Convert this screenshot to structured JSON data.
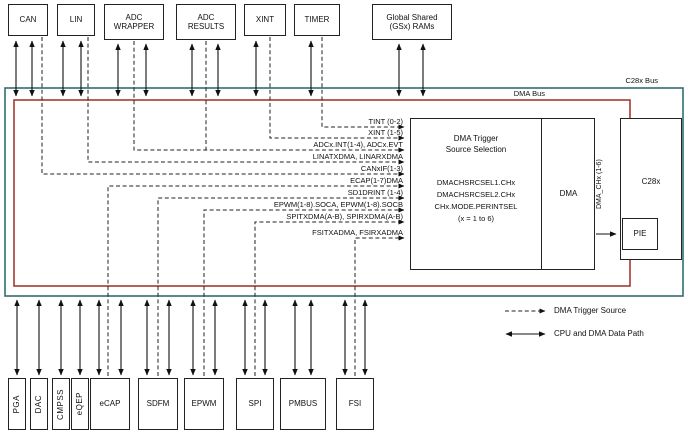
{
  "colors": {
    "c28x_bus": "#2e6f6f",
    "dma_bus": "#a63a2f"
  },
  "top_blocks": {
    "can": "CAN",
    "lin": "LIN",
    "adc_wrapper": "ADC\nWRAPPER",
    "adc_results": "ADC\nRESULTS",
    "xint": "XINT",
    "timer": "TIMER",
    "gsx": "Global Shared\n(GSx) RAMs"
  },
  "buses": {
    "dma": "DMA Bus",
    "c28x": "C28x Bus"
  },
  "triggers": [
    "TINT (0-2)",
    "XINT (1-5)",
    "ADCx.INT(1-4), ADCx.EVT",
    "LINATXDMA, LINARXDMA",
    "CANxIF(1-3)",
    "ECAP(1-7)DMA",
    "SD1DRINT (1-4)",
    "EPWM(1-8).SOCA, EPWM(1-8).SOCB",
    "SPITXDMA(A-B), SPIRXDMA(A-B)",
    "FSITXADMA, FSIRXADMA"
  ],
  "dma_block": {
    "title": "DMA Trigger\nSource Selection",
    "registers": "DMACHSRCSEL1.CHx\nDMACHSRCSEL2.CHx\nCHx.MODE.PERINTSEL\n(x = 1 to 6)",
    "dma": "DMA",
    "channel": "DMA_CHx (1-6)"
  },
  "cpu": {
    "label": "C28x",
    "pie": "PIE"
  },
  "bottom_blocks": {
    "pga": "PGA",
    "dac": "DAC",
    "cmpss": "CMPSS",
    "eqep": "eQEP",
    "ecap": "eCAP",
    "sdfm": "SDFM",
    "epwm": "EPWM",
    "spi": "SPI",
    "pmbus": "PMBUS",
    "fsi": "FSI"
  },
  "legend": {
    "trigger": "DMA Trigger Source",
    "datapath": "CPU and  DMA Data Path"
  }
}
